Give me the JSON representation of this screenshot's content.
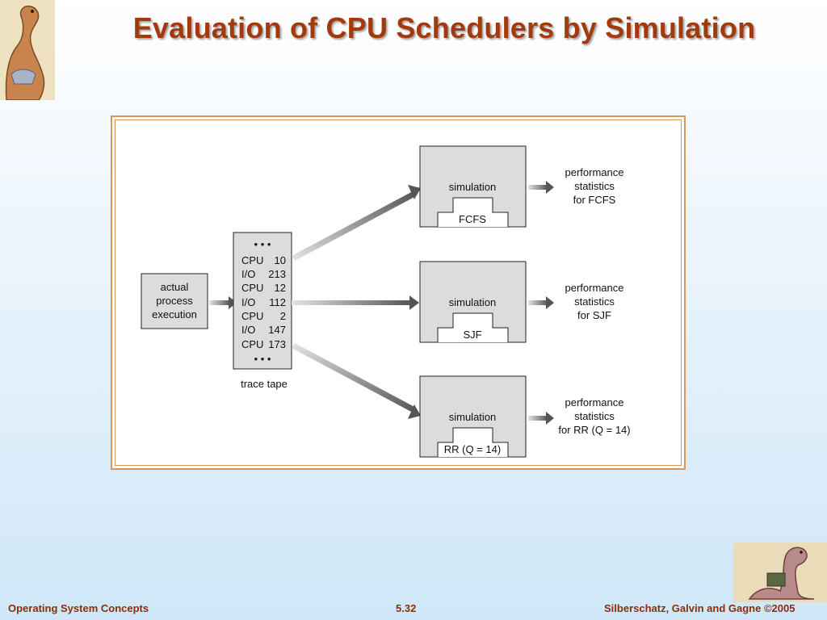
{
  "slide": {
    "title": "Evaluation of CPU Schedulers by Simulation",
    "footer_left": "Operating System Concepts",
    "footer_center": "5.32",
    "footer_right": "Silberschatz, Galvin and Gagne ©2005"
  },
  "diagram": {
    "input_box": [
      "actual",
      "process",
      "execution"
    ],
    "trace_tape": {
      "dots": "• • •",
      "entries": [
        {
          "kind": "CPU",
          "value": "10"
        },
        {
          "kind": "I/O",
          "value": "213"
        },
        {
          "kind": "CPU",
          "value": "12"
        },
        {
          "kind": "I/O",
          "value": "112"
        },
        {
          "kind": "CPU",
          "value": "2"
        },
        {
          "kind": "I/O",
          "value": "147"
        },
        {
          "kind": "CPU",
          "value": "173"
        }
      ],
      "caption": "trace tape"
    },
    "simulations": [
      {
        "label": "simulation",
        "scheduler": "FCFS",
        "stats": [
          "performance",
          "statistics",
          "for FCFS"
        ]
      },
      {
        "label": "simulation",
        "scheduler": "SJF",
        "stats": [
          "performance",
          "statistics",
          "for SJF"
        ]
      },
      {
        "label": "simulation",
        "scheduler": "RR (Q = 14)",
        "stats": [
          "performance",
          "statistics",
          "for RR (Q = 14)"
        ]
      }
    ]
  },
  "colors": {
    "title": "#a33a0c",
    "footer": "#8a2d0b",
    "frame": "#d9975a",
    "box_fill": "#dcdcde"
  }
}
